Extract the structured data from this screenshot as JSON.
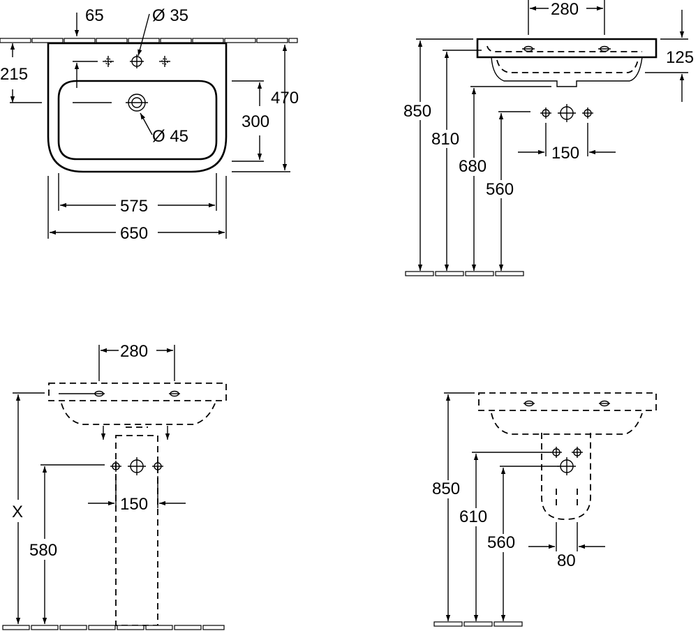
{
  "views": {
    "top": {
      "labels": {
        "d65": "65",
        "dia35": "Ø 35",
        "d215": "215",
        "d470": "470",
        "d300": "300",
        "dia45": "Ø 45",
        "d575": "575",
        "d650": "650"
      }
    },
    "side_wall": {
      "labels": {
        "d280": "280",
        "d125": "125",
        "d850": "850",
        "d810": "810",
        "d680": "680",
        "d560": "560",
        "d150": "150"
      }
    },
    "pedestal": {
      "labels": {
        "d280": "280",
        "d150": "150",
        "x": "X",
        "d580": "580"
      }
    },
    "semi_pedestal": {
      "labels": {
        "d850": "850",
        "d610": "610",
        "d560": "560",
        "d80": "80"
      }
    }
  }
}
